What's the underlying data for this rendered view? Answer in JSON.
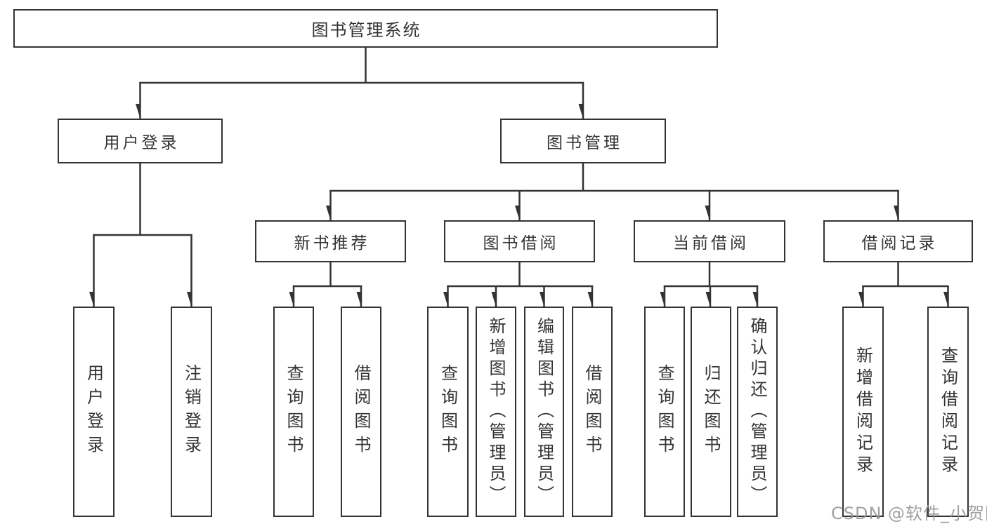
{
  "diagram": {
    "title": "图书管理系统",
    "watermark": "CSDN @软件_小贺同学",
    "colors": {
      "line": "#333333",
      "text": "#333333",
      "box_background": "#ffffff",
      "watermark": "#949494"
    },
    "tree": {
      "root": "图书管理系统",
      "children": [
        {
          "label": "用户登录",
          "children": [
            "用户登录",
            "注销登录"
          ]
        },
        {
          "label": "图书管理",
          "children": [
            {
              "label": "新书推荐",
              "children": [
                "查询图书",
                "借阅图书"
              ]
            },
            {
              "label": "图书借阅",
              "children": [
                "查询图书",
                "新增图书（管理员）",
                "编辑图书（管理员）",
                "借阅图书"
              ]
            },
            {
              "label": "当前借阅",
              "children": [
                "查询图书",
                "归还图书",
                "确认归还（管理员）"
              ]
            },
            {
              "label": "借阅记录",
              "children": [
                "新增借阅记录",
                "查询借阅记录"
              ]
            }
          ]
        }
      ]
    }
  }
}
